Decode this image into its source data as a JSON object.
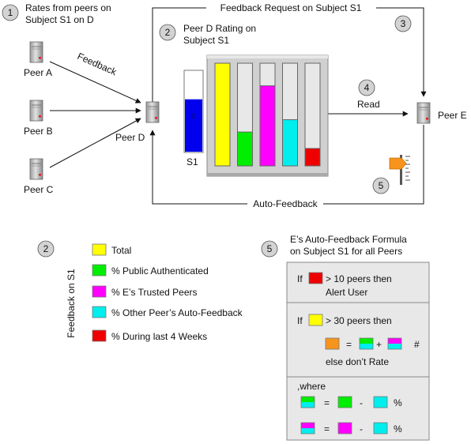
{
  "steps": {
    "s1": {
      "num": "1",
      "text_line1": "Rates from peers on",
      "text_line2": "Subject S1 on D"
    },
    "s2": {
      "num": "2",
      "text_line1": "Peer D Rating on",
      "text_line2": "Subject S1"
    },
    "s3": {
      "num": "3"
    },
    "s4": {
      "num": "4",
      "text": "Read"
    },
    "s5": {
      "num": "5"
    }
  },
  "peers": {
    "a": "Peer A",
    "b": "Peer B",
    "c": "Peer C",
    "d": "Peer D",
    "e": "Peer E"
  },
  "arrows": {
    "feedback": "Feedback",
    "feedback_request": "Feedback Request on Subject S1",
    "auto_feedback": "Auto-Feedback"
  },
  "gauge": {
    "label": "S1",
    "level": 0.65,
    "color": "#0000ee"
  },
  "bars": [
    {
      "key": "total",
      "fill": 1.0,
      "color": "#ffff00"
    },
    {
      "key": "public",
      "fill": 0.33,
      "color": "#00ee00"
    },
    {
      "key": "trusted",
      "fill": 0.78,
      "color": "#ff00ff"
    },
    {
      "key": "other",
      "fill": 0.45,
      "color": "#00eeee"
    },
    {
      "key": "weeks",
      "fill": 0.17,
      "color": "#ee0000"
    }
  ],
  "legend": {
    "num": "2",
    "side_label": "Feedback on S1",
    "items": [
      {
        "label": "Total",
        "color": "#ffff00"
      },
      {
        "label": "% Public Authenticated",
        "color": "#00ee00"
      },
      {
        "label": "% E’s Trusted Peers",
        "color": "#ff00ff"
      },
      {
        "label": "% Other Peer’s Auto-Feedback",
        "color": "#00eeee"
      },
      {
        "label": "% During last 4 Weeks",
        "color": "#ee0000"
      }
    ]
  },
  "formula": {
    "num": "5",
    "title_line1": "E’s Auto-Feedback Formula",
    "title_line2": "on Subject S1 for all Peers",
    "row1": {
      "if": "If",
      "cond": "> 10 peers then",
      "action": "Alert User"
    },
    "row2": {
      "if": "If",
      "cond": "> 30 peers then",
      "eq": "=",
      "plus": "+",
      "hash": "#",
      "else": "else don’t Rate"
    },
    "row3": {
      "where": ",where",
      "eq": "=",
      "minus": "-",
      "pct": "%"
    },
    "colors": {
      "red": "#ee0000",
      "yellow": "#ffff00",
      "orange": "#f7941d",
      "green": "#00ee00",
      "magenta": "#ff00ff",
      "cyan": "#00eeee"
    }
  },
  "colors": {
    "panel_gray": "#c8c8c8",
    "box_gray": "#e8e8e8",
    "orange": "#f7941d"
  }
}
